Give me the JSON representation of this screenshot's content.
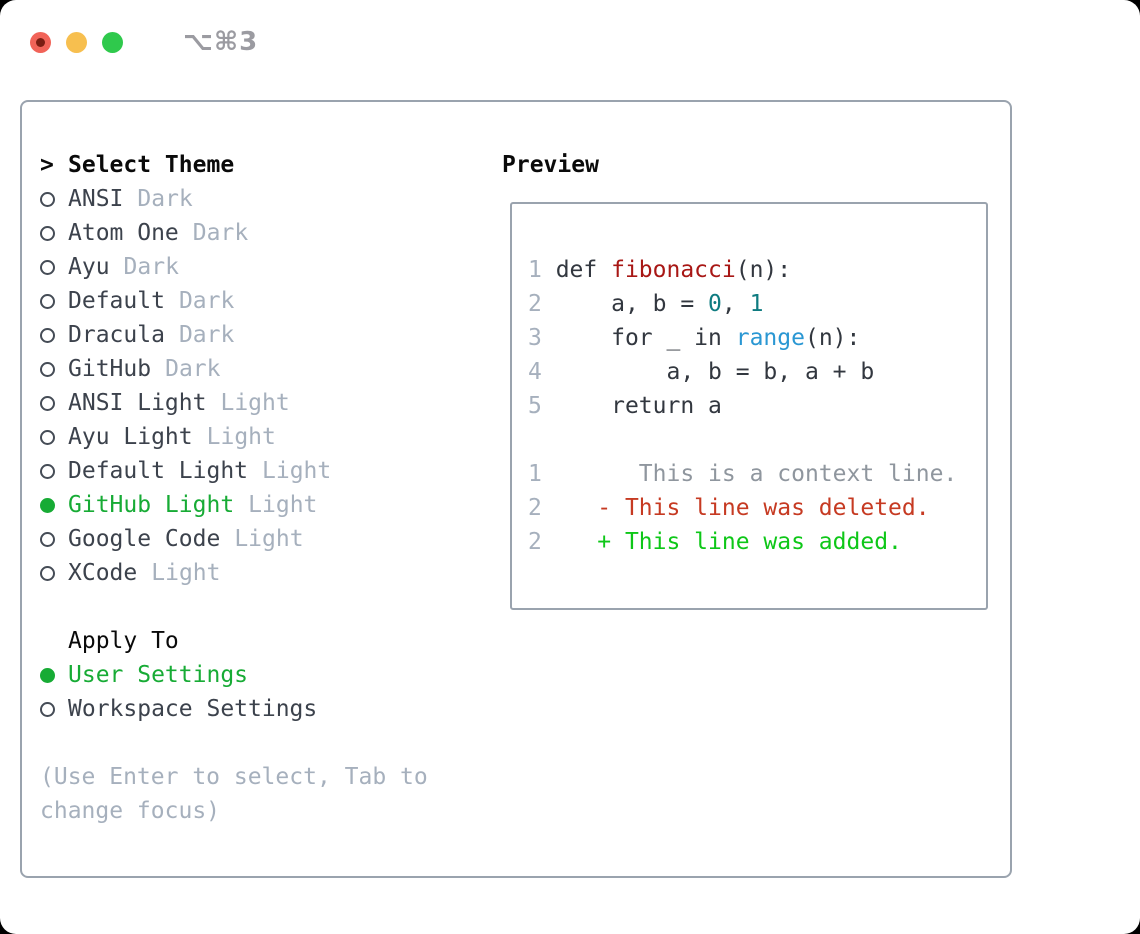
{
  "window": {
    "title": "⌥⌘3"
  },
  "colors": {
    "border": "#9aa3ae",
    "heading": "#0a0a0a",
    "item_text": "#3c424c",
    "muted": "#a6b0bd",
    "selected_green": "#17ab35",
    "added_green": "#0ec718",
    "deleted_red": "#c63a22",
    "function_red": "#a81715",
    "number_teal": "#0e7b80",
    "builtin_blue": "#2a97d3",
    "context_gray": "#8f969e",
    "code_text": "#32373f",
    "traffic_red": "#f16358",
    "traffic_yellow": "#f7bf4f",
    "traffic_green": "#2fc94c",
    "title_gray": "#9b9ba1"
  },
  "theme_list": {
    "cursor": ">",
    "title": "Select Theme",
    "items": [
      {
        "label": "ANSI",
        "tag": "Dark",
        "selected": false
      },
      {
        "label": "Atom One",
        "tag": "Dark",
        "selected": false
      },
      {
        "label": "Ayu",
        "tag": "Dark",
        "selected": false
      },
      {
        "label": "Default",
        "tag": "Dark",
        "selected": false
      },
      {
        "label": "Dracula",
        "tag": "Dark",
        "selected": false
      },
      {
        "label": "GitHub",
        "tag": "Dark",
        "selected": false
      },
      {
        "label": "ANSI Light",
        "tag": "Light",
        "selected": false
      },
      {
        "label": "Ayu Light",
        "tag": "Light",
        "selected": false
      },
      {
        "label": "Default Light",
        "tag": "Light",
        "selected": false
      },
      {
        "label": "GitHub Light",
        "tag": "Light",
        "selected": true
      },
      {
        "label": "Google Code",
        "tag": "Light",
        "selected": false
      },
      {
        "label": "XCode",
        "tag": "Light",
        "selected": false
      }
    ]
  },
  "apply_to": {
    "title": "Apply To",
    "items": [
      {
        "label": "User Settings",
        "selected": true
      },
      {
        "label": "Workspace Settings",
        "selected": false
      }
    ]
  },
  "hint": "(Use Enter to select, Tab to change focus)",
  "preview": {
    "title": "Preview",
    "lines": [
      [
        {
          "c": "lineno",
          "t": "1 "
        },
        {
          "c": "code",
          "t": "def "
        },
        {
          "c": "func",
          "t": "fibonacci"
        },
        {
          "c": "code",
          "t": "(n):"
        }
      ],
      [
        {
          "c": "lineno",
          "t": "2 "
        },
        {
          "c": "code",
          "t": "    a, b = "
        },
        {
          "c": "num",
          "t": "0"
        },
        {
          "c": "code",
          "t": ", "
        },
        {
          "c": "num",
          "t": "1"
        }
      ],
      [
        {
          "c": "lineno",
          "t": "3 "
        },
        {
          "c": "code",
          "t": "    for _ in "
        },
        {
          "c": "builtin",
          "t": "range"
        },
        {
          "c": "code",
          "t": "(n):"
        }
      ],
      [
        {
          "c": "lineno",
          "t": "4 "
        },
        {
          "c": "code",
          "t": "        a, b = b, a + b"
        }
      ],
      [
        {
          "c": "lineno",
          "t": "5 "
        },
        {
          "c": "code",
          "t": "    return a"
        }
      ],
      [],
      [
        {
          "c": "lineno",
          "t": "1 "
        },
        {
          "c": "context",
          "t": "      This is a context line."
        }
      ],
      [
        {
          "c": "lineno",
          "t": "2 "
        },
        {
          "c": "deleted",
          "t": "   - This line was deleted."
        }
      ],
      [
        {
          "c": "lineno",
          "t": "2 "
        },
        {
          "c": "added",
          "t": "   + This line was added."
        }
      ]
    ]
  }
}
